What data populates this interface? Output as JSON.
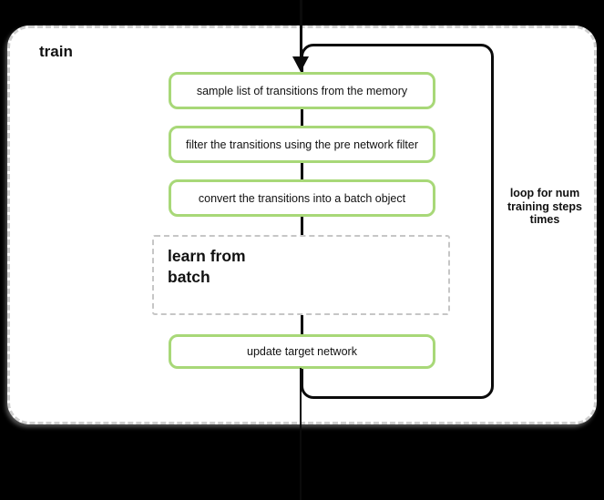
{
  "diagram": {
    "title": "train",
    "steps": [
      {
        "label": "sample list of transitions from the memory"
      },
      {
        "label": "filter the transitions using the pre network filter"
      },
      {
        "label": "convert the transitions into a batch object"
      }
    ],
    "subprocess": {
      "label": "learn from\nbatch"
    },
    "final_step": {
      "label": "update target network"
    },
    "loop_annotation": "loop for num\ntraining steps\ntimes",
    "colors": {
      "background": "#000000",
      "container_fill": "#ffffff",
      "container_border": "#cfcfcf",
      "step_border": "#a8d878",
      "subprocess_border": "#c6c6c6",
      "loop_border": "#0b0b0b",
      "text": "#111111"
    }
  }
}
